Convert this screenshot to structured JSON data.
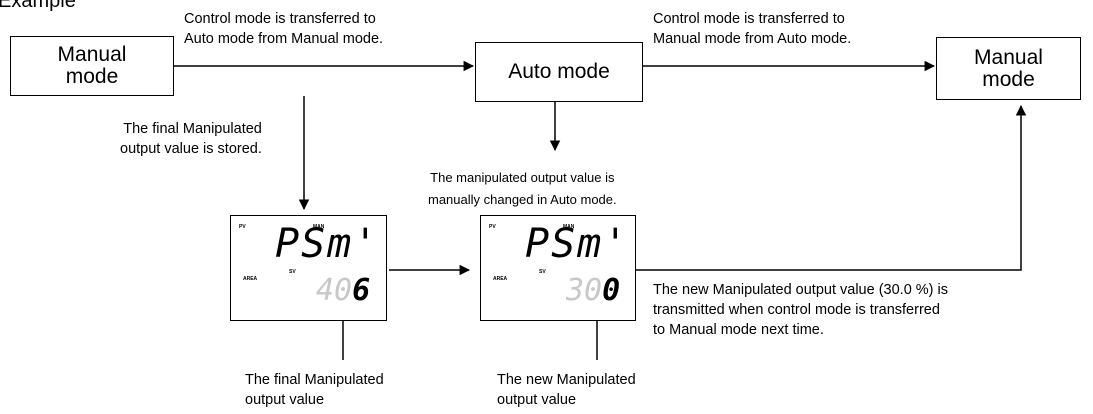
{
  "header_fragment": "Example",
  "boxes": {
    "manual_left": [
      "Manual",
      "mode"
    ],
    "auto": "Auto mode",
    "manual_right": [
      "Manual",
      "mode"
    ]
  },
  "notes": {
    "to_auto": [
      "Control mode is transferred to",
      "Auto mode from Manual mode."
    ],
    "to_manual": [
      "Control mode is transferred to",
      "Manual mode from Auto mode."
    ],
    "stored": [
      "The final Manipulated",
      "output value is stored."
    ],
    "changed": [
      "The manipulated output value is",
      "manually changed in Auto mode."
    ],
    "transmitted": [
      "The new Manipulated output value (30.0 %) is",
      "transmitted when control mode is transferred",
      "to Manual mode next time."
    ],
    "final_label": [
      "The final Manipulated",
      "output value"
    ],
    "new_label": [
      "The new Manipulated",
      "output value"
    ]
  },
  "displays": {
    "indicators": {
      "pv": "PV",
      "man": "MAN",
      "area": "AREA",
      "sv": "SV"
    },
    "left": {
      "main": "PSm'",
      "dim": "40",
      "bright": "6"
    },
    "right": {
      "main": "PSm'",
      "dim": "30",
      "bright": "0"
    }
  }
}
